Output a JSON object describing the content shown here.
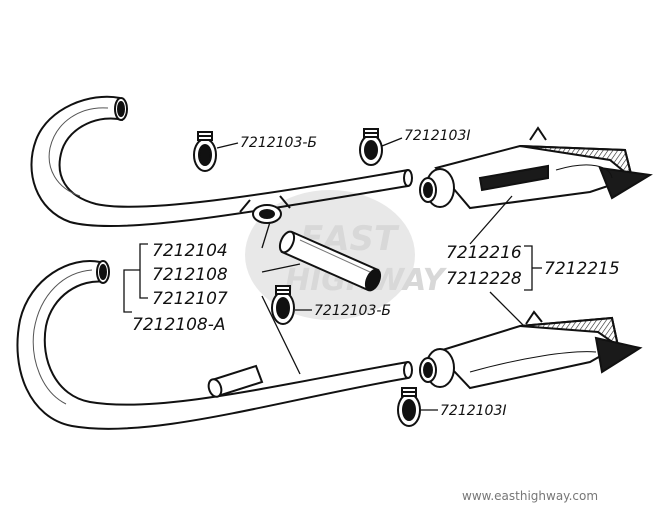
{
  "watermark": {
    "line1": "EAST",
    "line2": "HIGHWAY",
    "site": "www.easthighway.com",
    "color": "#d0d0d0"
  },
  "parts": {
    "clamp_top_left": "7212103-Б",
    "clamp_top_right": "7212103I",
    "clamp_mid": "7212103-Б",
    "clamp_bottom": "7212103I",
    "pipe_upper": "7212104",
    "pipe_crossover": "7212108",
    "pipe_lower": "7212107",
    "pipe_assembly": "7212108-A",
    "muffler_upper": "7212216",
    "muffler_lower": "7212228",
    "muffler_assembly": "7212215"
  },
  "colors": {
    "ink": "#111111",
    "shade": "#1a1a1a"
  }
}
